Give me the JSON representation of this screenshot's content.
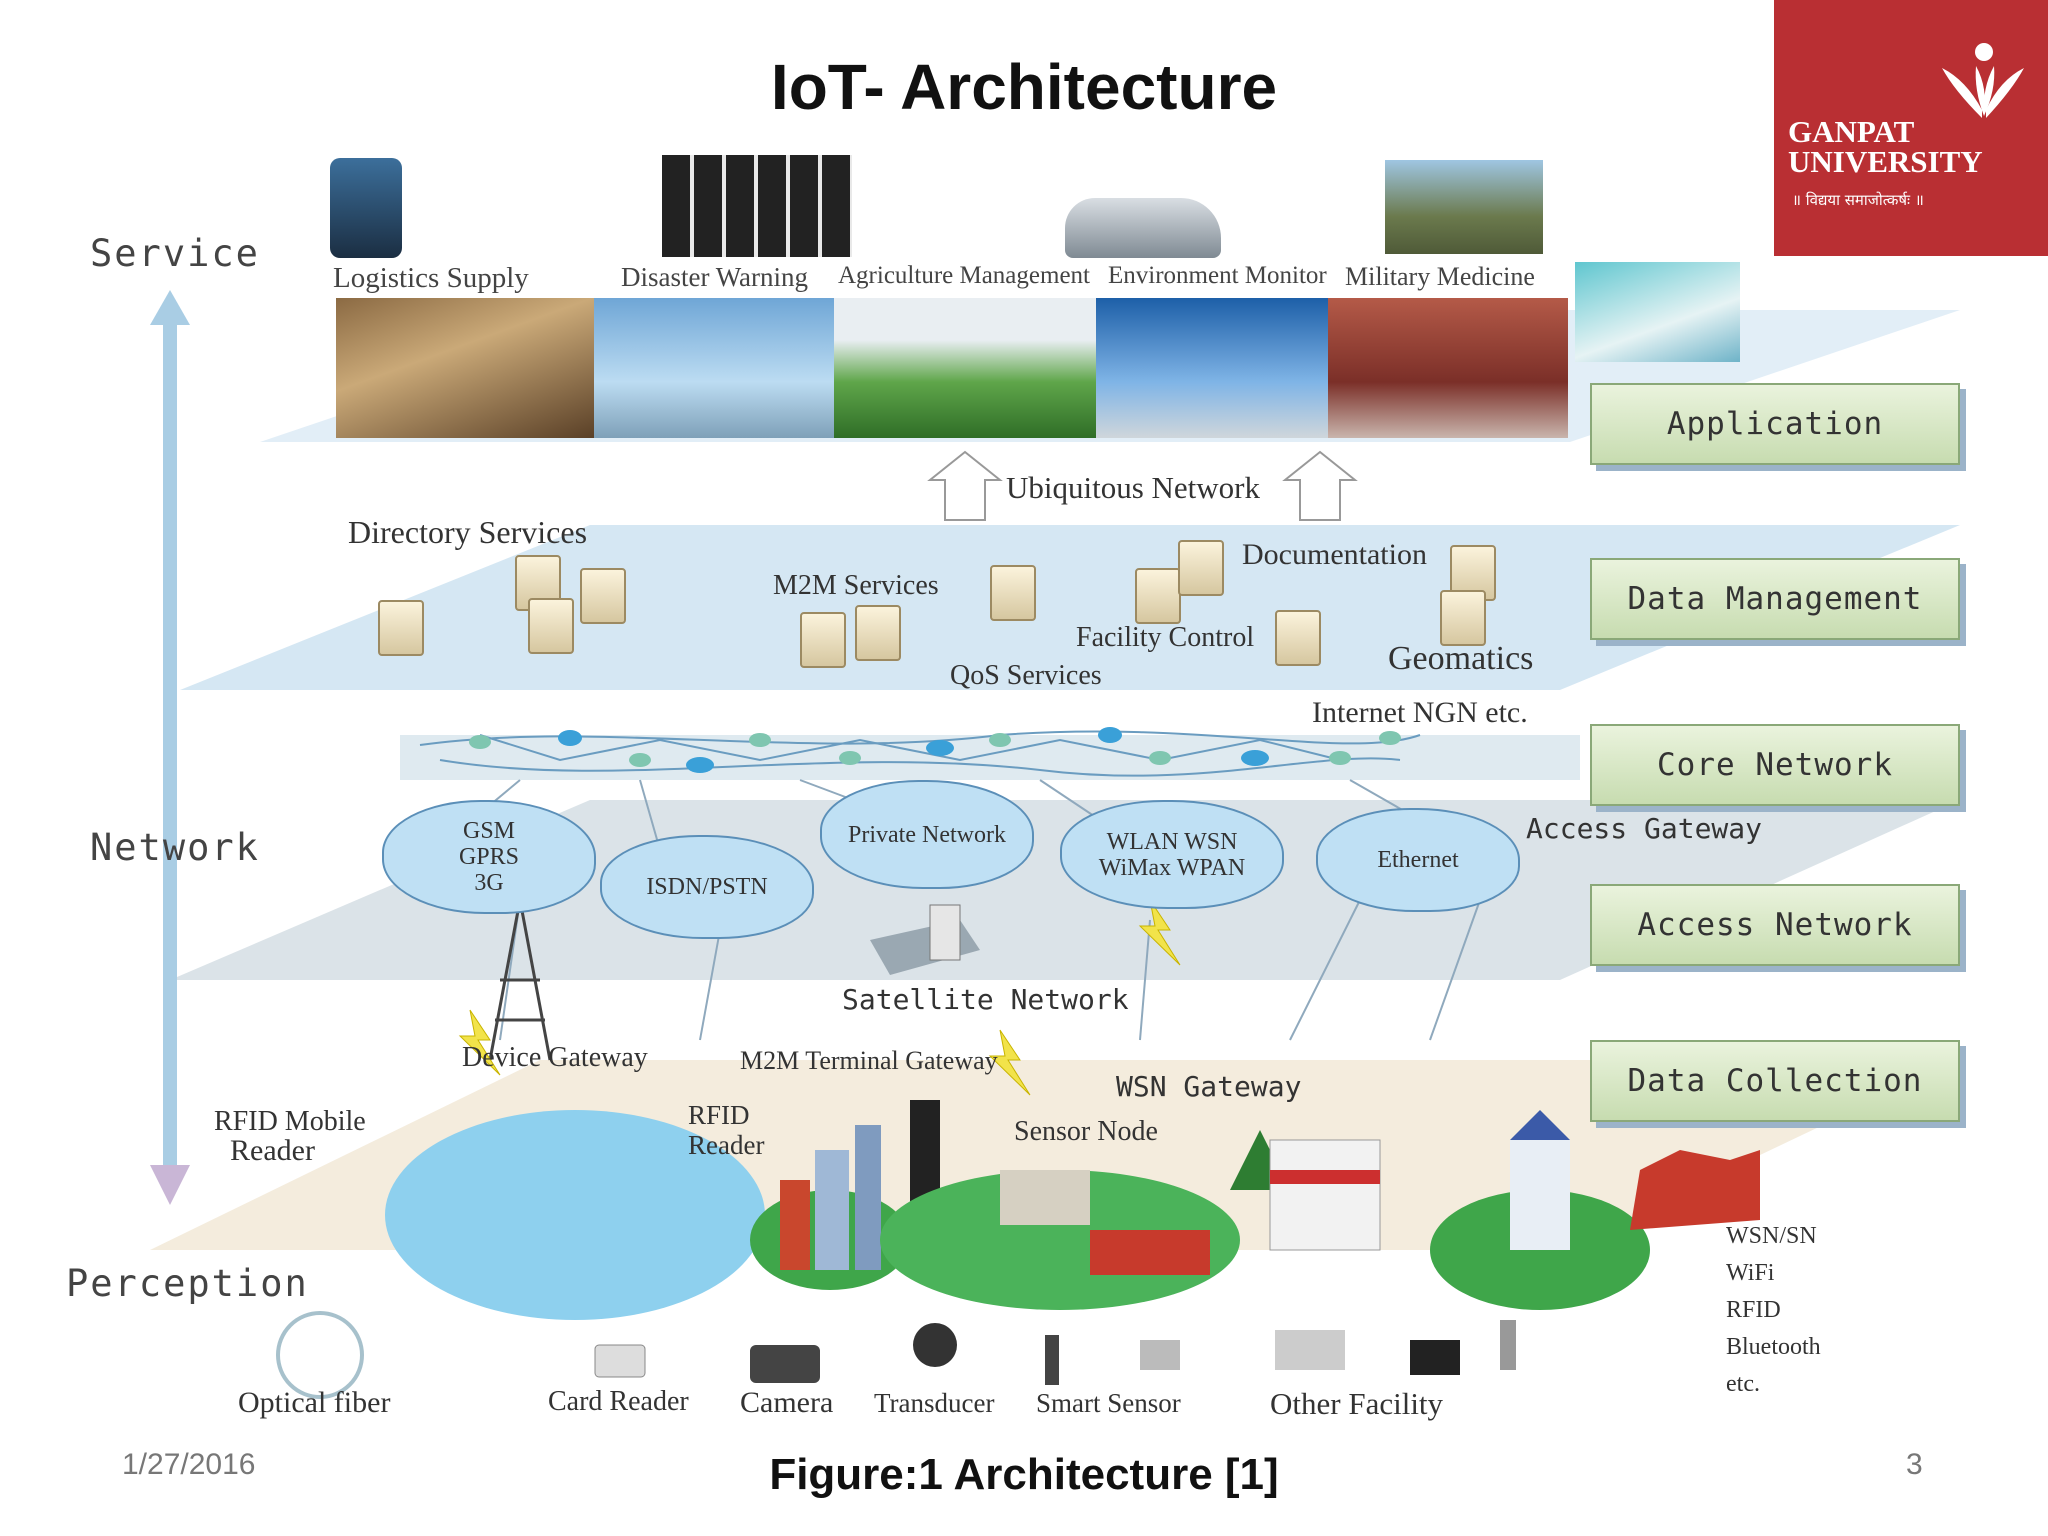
{
  "title": "IoT- Architecture",
  "logo": {
    "line1": "GANPAT",
    "line2": "UNIVERSITY",
    "motto": "॥ विद्यया समाजोत्कर्षः ॥"
  },
  "bands": {
    "service": "Service",
    "network": "Network",
    "perception": "Perception"
  },
  "layers": [
    "Application",
    "Data Management",
    "Core Network",
    "Access Network",
    "Data Collection"
  ],
  "services": [
    "Logistics Supply",
    "Disaster Warning",
    "Agriculture Management",
    "Environment Monitor",
    "Military Medicine"
  ],
  "data_management": {
    "ubiquitous": "Ubiquitous Network",
    "directory": "Directory Services",
    "m2m": "M2M Services",
    "documentation": "Documentation",
    "facility": "Facility Control",
    "qos": "QoS Services",
    "geomatics": "Geomatics"
  },
  "core": {
    "internet": "Internet NGN etc."
  },
  "access": {
    "gsm": "GSM GPRS 3G",
    "isdn": "ISDN/PSTN",
    "private": "Private Network",
    "wlan": "WLAN WSN WiMax WPAN",
    "ethernet": "Ethernet",
    "gateway": "Access Gateway"
  },
  "collection": {
    "satellite": "Satellite Network",
    "device_gateway": "Device Gateway",
    "m2m_terminal": "M2M Terminal Gateway",
    "wsn_gateway": "WSN Gateway",
    "rfid_mobile": "RFID Mobile",
    "reader": "Reader",
    "rfid_reader": "RFID Reader",
    "sensor_node": "Sensor Node",
    "protocols": [
      "WSN/SN",
      "WiFi",
      "RFID",
      "Bluetooth",
      "etc."
    ]
  },
  "devices": [
    "Optical fiber",
    "Card Reader",
    "Camera",
    "Transducer",
    "Smart Sensor",
    "Other Facility"
  ],
  "footer": {
    "date": "1/27/2016",
    "caption": "Figure:1 Architecture [1]",
    "page": "3"
  },
  "colors": {
    "logo_red": "#b92f33",
    "band_blue": "#d8e8f4",
    "layer_green": "#c7dcb0",
    "cloud_blue": "#bfe0f4",
    "node_blue": "#3aa0d8"
  }
}
